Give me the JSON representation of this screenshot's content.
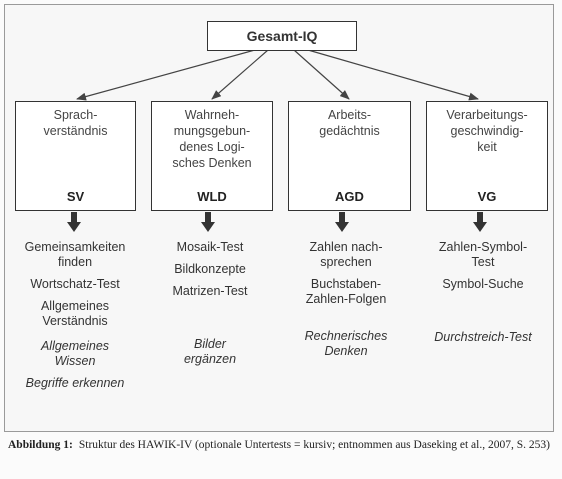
{
  "top": {
    "label": "Gesamt-IQ"
  },
  "categories": [
    {
      "title_lines": [
        "Sprach-",
        "verständnis"
      ],
      "abbr": "SV",
      "tests": [
        "Gemeinsamkeiten finden",
        "Wortschatz-Test",
        "Allgemeines Verständnis"
      ],
      "optional": [
        "Allgemeines Wissen",
        "Begriffe erkennen"
      ]
    },
    {
      "title_lines": [
        "Wahrneh-",
        "mungsgebun-",
        "denes Logi-",
        "sches Denken"
      ],
      "abbr": "WLD",
      "tests": [
        "Mosaik-Test",
        "Bildkonzepte",
        "Matrizen-Test"
      ],
      "optional": [
        "Bilder ergänzen"
      ]
    },
    {
      "title_lines": [
        "Arbeits-",
        "gedächtnis"
      ],
      "abbr": "AGD",
      "tests": [
        "Zahlen nach- sprechen",
        "Buchstaben- Zahlen-Folgen"
      ],
      "optional": [
        "Rechnerisches Denken"
      ]
    },
    {
      "title_lines": [
        "Verarbeitungs-",
        "geschwindig-",
        "keit"
      ],
      "abbr": "VG",
      "tests": [
        "Zahlen-Symbol- Test",
        "Symbol-Suche"
      ],
      "optional": [
        "Durchstreich-Test"
      ]
    }
  ],
  "caption": {
    "label": "Abbildung 1:",
    "text": "Struktur des HAWIK-IV (optionale Untertests = kursiv; entnommen aus Daseking et al., 2007, S. 253)"
  }
}
